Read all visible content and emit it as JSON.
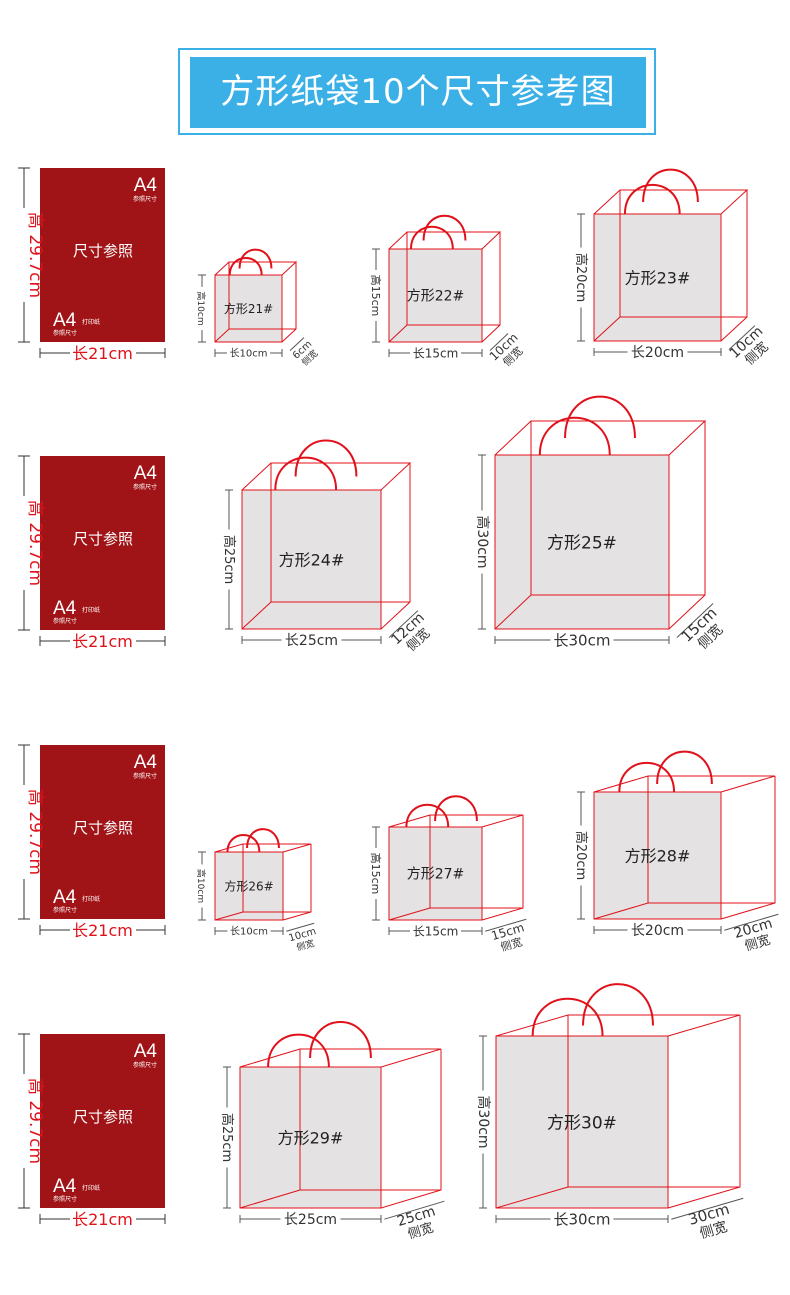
{
  "header": {
    "title": "方形纸袋10个尺寸参考图"
  },
  "colors": {
    "accent_blue": "#3bb0e6",
    "paper_red": "#a01418",
    "bag_line": "#e0111a",
    "bag_face": "#e4e2e2",
    "dim_text": "#333333"
  },
  "a4_reference": {
    "height_label": "高 29.7cm",
    "width_label": "长21cm",
    "card_title": "尺寸参照",
    "top_mark": "A4",
    "top_caption": "参照尺寸",
    "bottom_mark": "A4",
    "bottom_caption_print": "打印纸",
    "bottom_caption_ref": "参照尺寸"
  },
  "side_word": "侧宽",
  "bags": [
    {
      "name": "方形21#",
      "height": "高10cm",
      "length": "长10cm",
      "side": "6cm"
    },
    {
      "name": "方形22#",
      "height": "高15cm",
      "length": "长15cm",
      "side": "10cm"
    },
    {
      "name": "方形23#",
      "height": "高20cm",
      "length": "长20cm",
      "side": "10cm"
    },
    {
      "name": "方形24#",
      "height": "高25cm",
      "length": "长25cm",
      "side": "12cm"
    },
    {
      "name": "方形25#",
      "height": "高30cm",
      "length": "长30cm",
      "side": "15cm"
    },
    {
      "name": "方形26#",
      "height": "高10cm",
      "length": "长10cm",
      "side": "10cm"
    },
    {
      "name": "方形27#",
      "height": "高15cm",
      "length": "长15cm",
      "side": "15cm"
    },
    {
      "name": "方形28#",
      "height": "高20cm",
      "length": "长20cm",
      "side": "20cm"
    },
    {
      "name": "方形29#",
      "height": "高25cm",
      "length": "长25cm",
      "side": "25cm"
    },
    {
      "name": "方形30#",
      "height": "高30cm",
      "length": "长30cm",
      "side": "30cm"
    }
  ]
}
